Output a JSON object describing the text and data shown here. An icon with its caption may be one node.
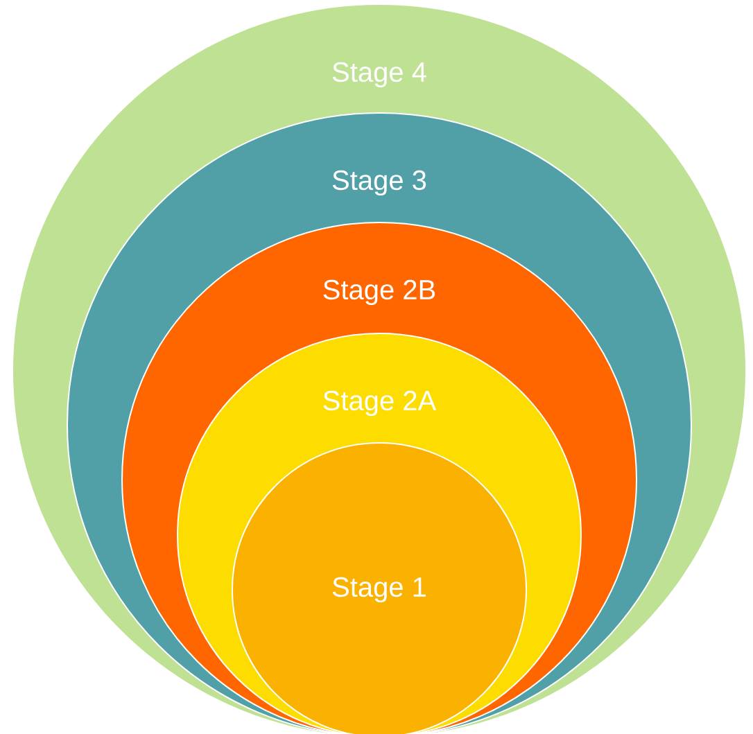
{
  "diagram": {
    "nodes": [
      {
        "text": [
          "Stage 4"
        ]
      },
      {
        "text": [
          "Stage 3"
        ],
        "in": 0
      },
      {
        "text": [
          "Stage 2B"
        ],
        "in": 1
      },
      {
        "text": [
          "Stage 2A"
        ],
        "in": 2
      },
      {
        "text": [
          "Stage 1"
        ],
        "in": 3
      }
    ]
  }
}
